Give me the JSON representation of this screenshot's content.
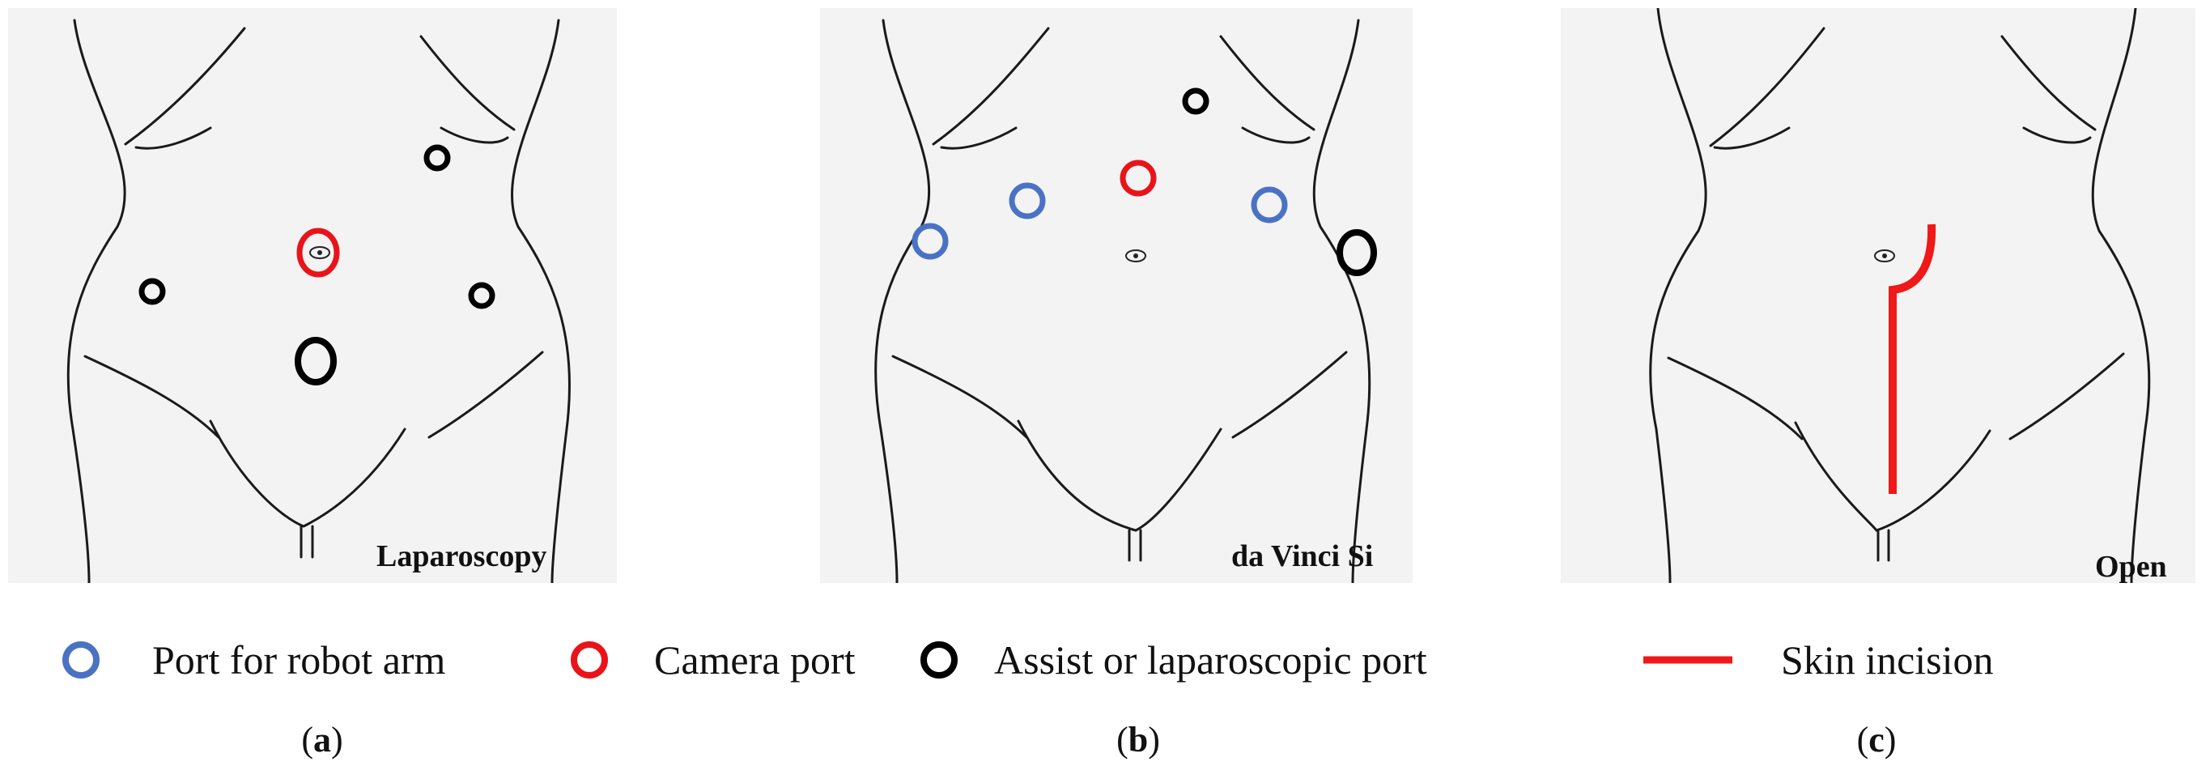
{
  "colors": {
    "robot_arm": "#4a72c4",
    "camera": "#e8141a",
    "assist": "#000000",
    "incision": "#f01818",
    "panel_bg": "#f3f3f3",
    "outline": "#1a1a1a"
  },
  "panels": [
    {
      "id": "a",
      "label": "Laparoscopy"
    },
    {
      "id": "b",
      "label": "da Vinci Si"
    },
    {
      "id": "c",
      "label": "Open"
    }
  ],
  "legend": [
    {
      "icon": "blue-ring-icon",
      "label": "Port for robot arm"
    },
    {
      "icon": "red-ring-icon",
      "label": "Camera port"
    },
    {
      "icon": "black-ring-icon",
      "label": "Assist or laparoscopic port"
    },
    {
      "icon": "red-line-icon",
      "label": "Skin incision"
    }
  ],
  "captions": [
    {
      "letter": "a"
    },
    {
      "letter": "b"
    },
    {
      "letter": "c"
    }
  ]
}
